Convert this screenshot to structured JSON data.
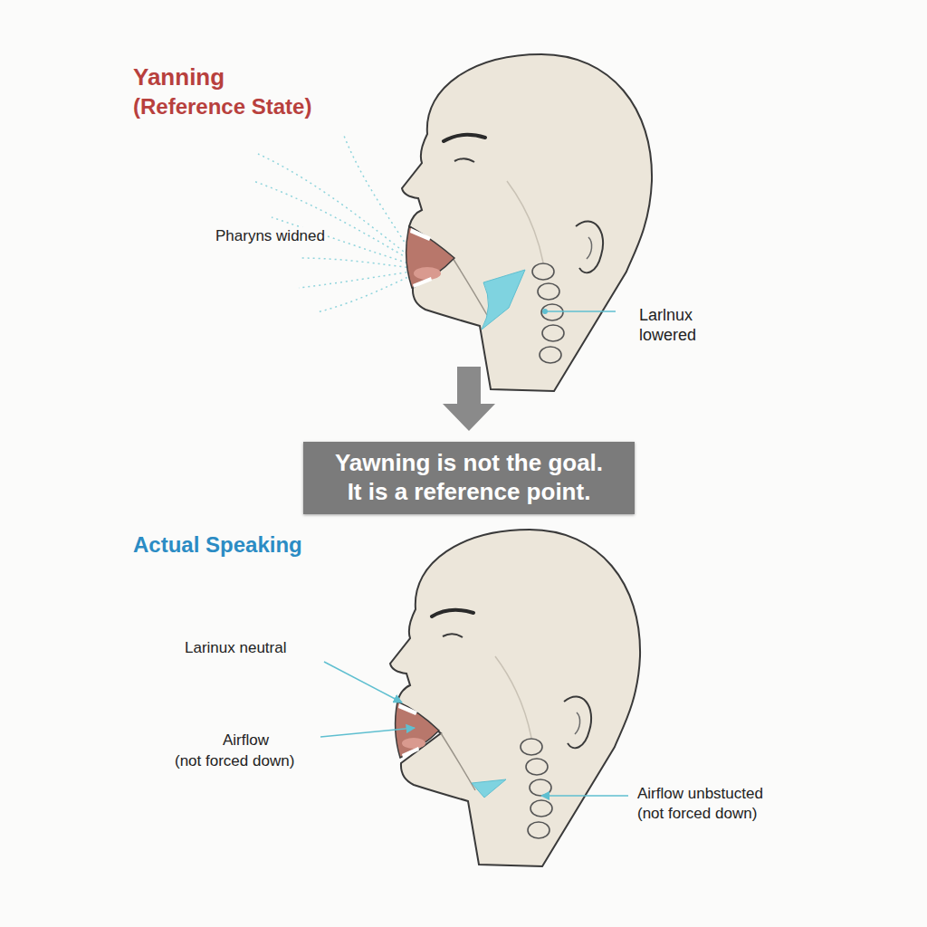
{
  "diagram": {
    "nodes": [
      {
        "text": [
          "Yawning is not the goal. It is a reference point."
        ]
      }
    ],
    "labels": [
      "Yanning",
      "(Reference State)",
      "Pharyns widned",
      "Larlnux lowered",
      "Actual Speaking",
      "Larinux neutral",
      "Airflow",
      "(not forced down)",
      "Airflow unbstucted",
      "(not forced down)"
    ]
  }
}
